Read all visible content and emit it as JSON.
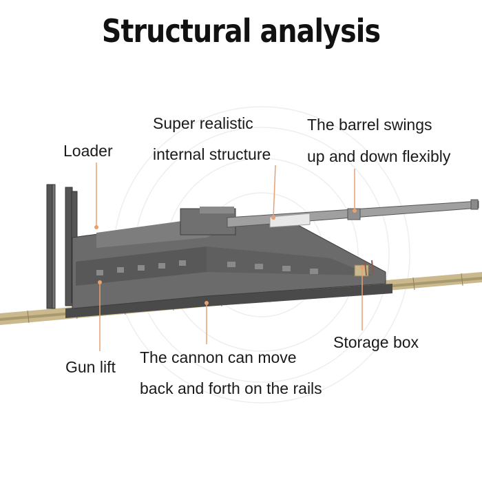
{
  "title": "Structural analysis",
  "labels": {
    "loader": "Loader",
    "internal_line1": "Super realistic",
    "internal_line2": "internal structure",
    "barrel_line1": "The barrel swings",
    "barrel_line2": "up and down flexibly",
    "storage": "Storage box",
    "gun_lift": "Gun lift",
    "rails_line1": "The cannon can move",
    "rails_line2": "back and forth on the rails"
  },
  "colors": {
    "callout_line": "#e8a070",
    "gun_body": "#6b6b6b",
    "rail": "#c9b98c",
    "barrel": "#9a9a9a"
  }
}
